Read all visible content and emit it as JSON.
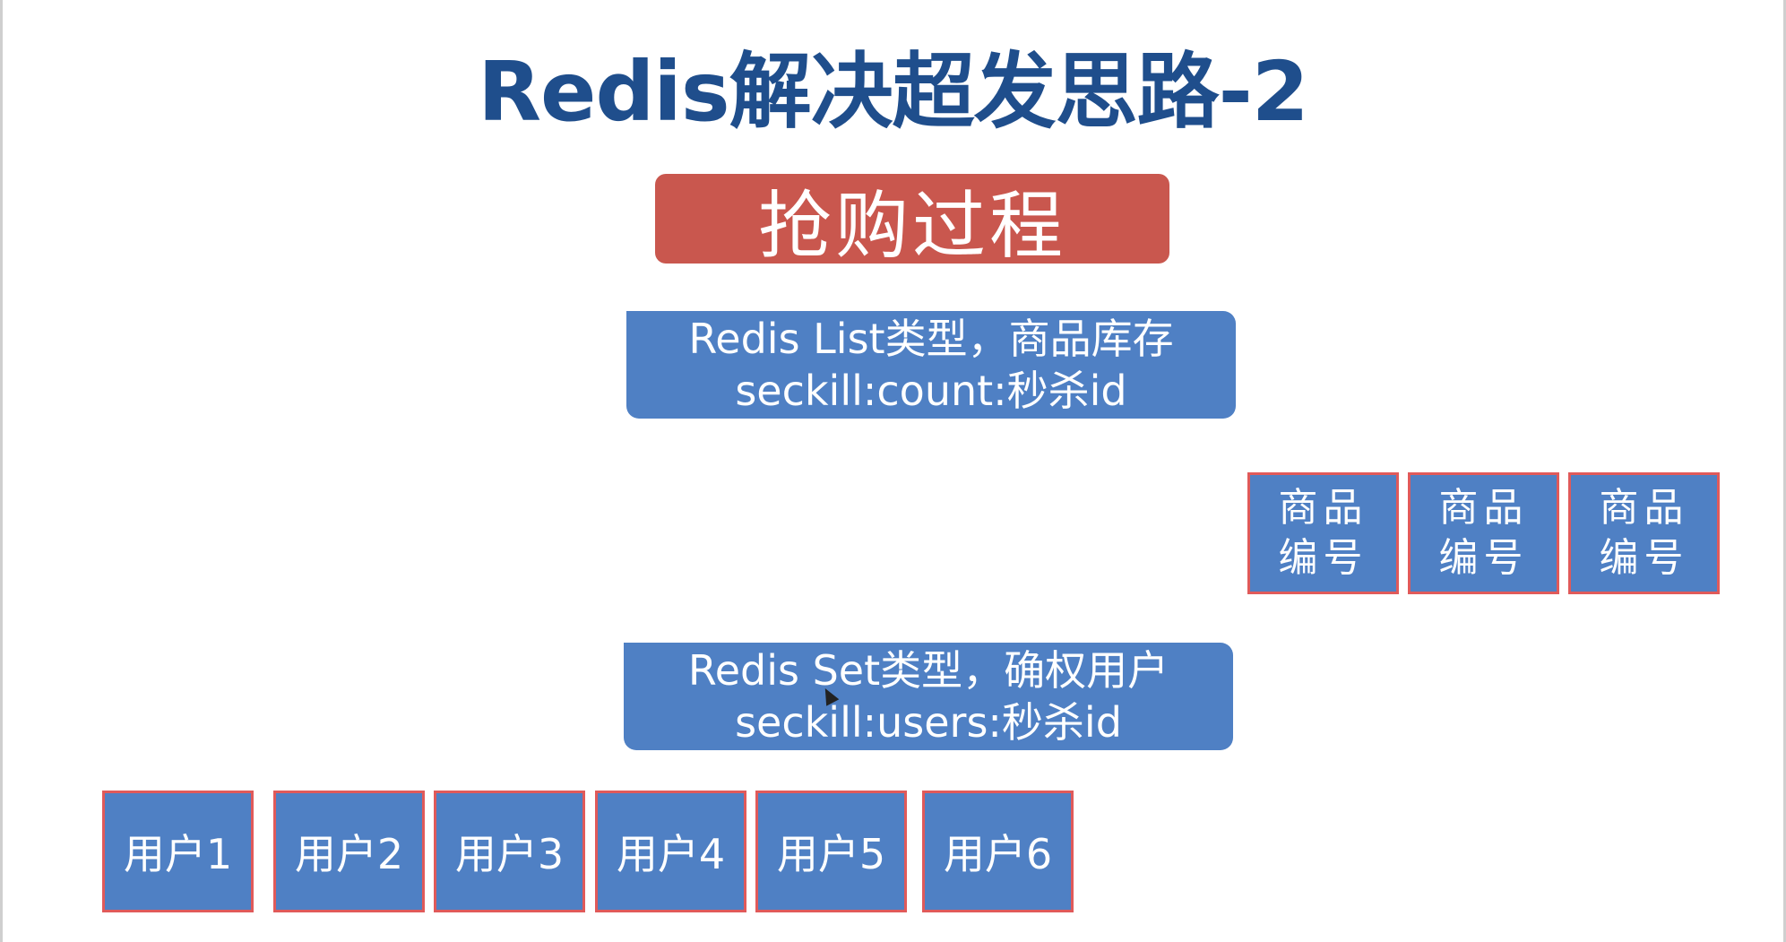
{
  "title": "Redis解决超发思路-2",
  "banner": "抢购过程",
  "list_box": {
    "line1": "Redis List类型，商品库存",
    "line2": "seckill:count:秒杀id"
  },
  "set_box": {
    "line1": "Redis Set类型，确权用户",
    "line2": "seckill:users:秒杀id"
  },
  "goods": [
    {
      "line1": "商品",
      "line2": "编号"
    },
    {
      "line1": "商品",
      "line2": "编号"
    },
    {
      "line1": "商品",
      "line2": "编号"
    }
  ],
  "users": [
    "用户1",
    "用户2",
    "用户3",
    "用户4",
    "用户5",
    "用户6"
  ],
  "colors": {
    "title": "#1f4e8c",
    "banner": "#c9574e",
    "box_fill": "#4f80c4",
    "cell_border": "#e05a5a"
  }
}
